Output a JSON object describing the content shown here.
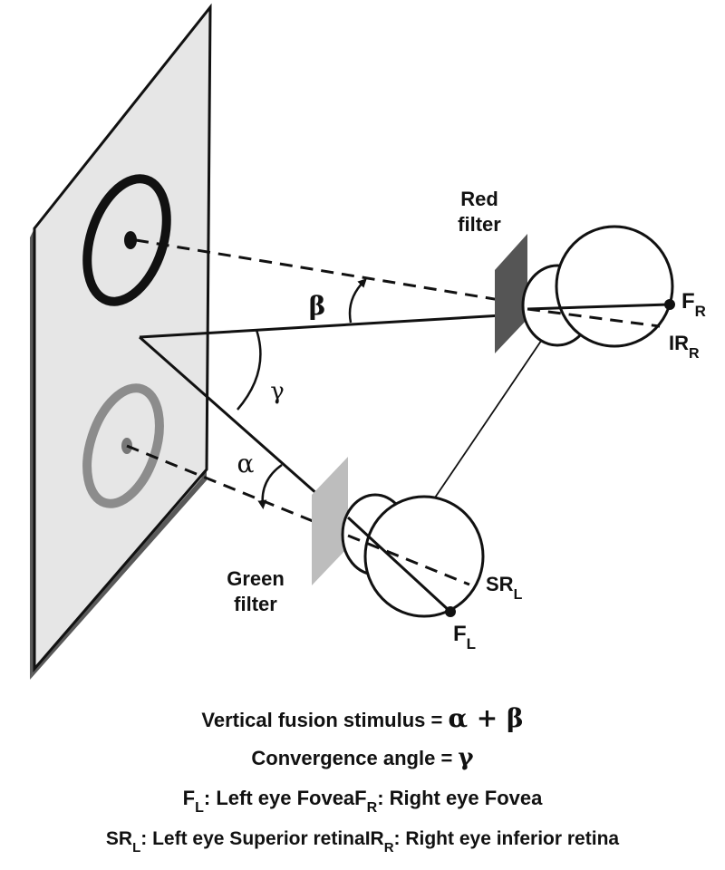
{
  "labels": {
    "red_filter_line1": "Red",
    "red_filter_line2": "filter",
    "green_filter_line1": "Green",
    "green_filter_line2": "filter",
    "beta": "β",
    "gamma": "γ",
    "alpha": "α",
    "fr_main": "F",
    "fr_sub": "R",
    "irr_main": "IR",
    "irr_sub": "R",
    "srl_main": "SR",
    "srl_sub": "L",
    "fl_main": "F",
    "fl_sub": "L"
  },
  "captions": {
    "line1_text": "Vertical fusion stimulus = ",
    "line1_formula": "α + β",
    "line2_text": "Convergence angle = ",
    "line2_symbol": "γ",
    "fl_main": "F",
    "fl_sub": "L",
    "fl_desc": ": Left eye Fovea",
    "fr_main": "F",
    "fr_sub": "R",
    "fr_desc": ": Right eye Fovea",
    "srl_main": "SR",
    "srl_sub": "L",
    "srl_desc": ": Left eye Superior retina",
    "irr_main": "IR",
    "irr_sub": "R",
    "irr_desc": ": Right eye inferior retina"
  },
  "colors": {
    "screen_fill": "#e6e6e6",
    "screen_edge": "#5a5a5a",
    "red_filter": "#555555",
    "green_filter": "#bdbdbd",
    "target_top": "#111111",
    "target_bottom": "#8c8c8c"
  }
}
